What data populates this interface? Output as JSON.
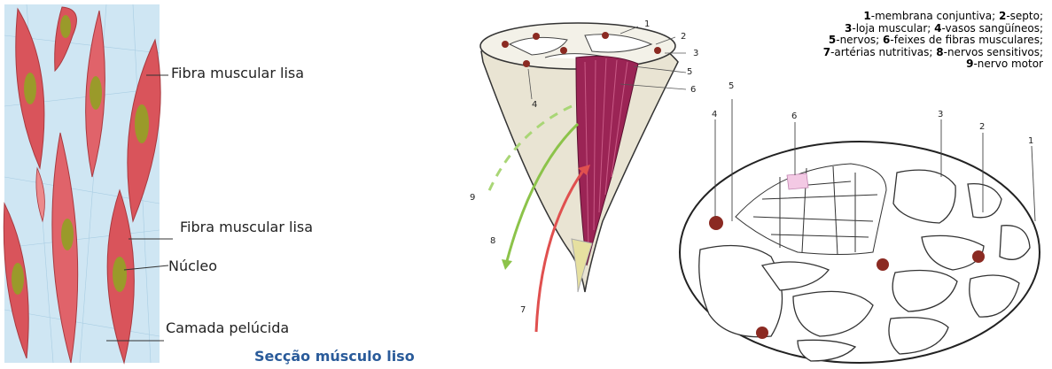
{
  "smooth_muscle": {
    "label_fiber_top": "Fibra muscular lisa",
    "label_fiber_mid": "Fibra muscular lisa",
    "label_nucleus": "Núcleo",
    "label_pellucid": "Camada pelúcida",
    "caption": "Secção músculo liso"
  },
  "muscle_cone": {
    "numbers": [
      "1",
      "2",
      "3",
      "4",
      "5",
      "6",
      "7",
      "8",
      "9"
    ]
  },
  "cross_section": {
    "numbers": [
      "5",
      "4",
      "6",
      "3",
      "2",
      "1"
    ]
  },
  "legend": {
    "lines": [
      [
        {
          "n": "1",
          "t": "-membrana conjuntiva; "
        },
        {
          "n": "2",
          "t": "-septo;"
        }
      ],
      [
        {
          "n": "3",
          "t": "-loja muscular; "
        },
        {
          "n": "4",
          "t": "-vasos sangüíneos;"
        }
      ],
      [
        {
          "n": "5",
          "t": "-nervos; "
        },
        {
          "n": "6",
          "t": "-feixes de fibras musculares;"
        }
      ],
      [
        {
          "n": "7",
          "t": "-artérias nutritivas; "
        },
        {
          "n": "8",
          "t": "-nervos sensitivos;"
        }
      ],
      [
        {
          "n": "9",
          "t": "-nervo motor"
        }
      ]
    ]
  },
  "colors": {
    "muscle_cell": "#d9545b",
    "muscle_cell_light": "#ec8a8c",
    "nucleus": "#9a9a2a",
    "interstitial": "#cfe6f3",
    "caption": "#2a5b9a",
    "muscle_bundle": "#9b2455",
    "vessel": "#8b2a22",
    "fascia": "#f3f1e8",
    "nerve_green": "#8cc34a",
    "artery_red": "#e0504f"
  }
}
